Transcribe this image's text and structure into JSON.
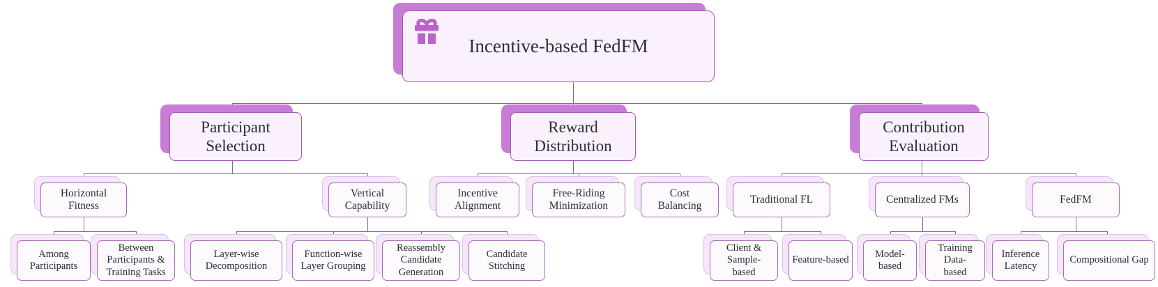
{
  "colors": {
    "back_card_primary": "#c77cd5",
    "back_card_pale": "#f5e6fa",
    "card_fill_primary": "#faf1fc",
    "card_fill_pale": "#fcfafd",
    "card_border_primary": "#a35cb2",
    "card_border_pale": "#aa6ab8",
    "connector": "#85698c",
    "text": "#2e2e38",
    "gift_icon": "#bc63cb"
  },
  "tree": {
    "root": {
      "label": "Incentive-based FedFM",
      "icon": "gift-icon"
    },
    "children": [
      {
        "label": "Participant Selection",
        "children": [
          {
            "label": "Horizontal Fitness",
            "children": [
              {
                "label": "Among Participants"
              },
              {
                "label": "Between Participants & Training Tasks"
              }
            ]
          },
          {
            "label": "Vertical Capability",
            "children": [
              {
                "label": "Layer-wise Decomposition"
              },
              {
                "label": "Function-wise Layer Grouping"
              },
              {
                "label": "Reassembly Candidate Generation"
              },
              {
                "label": "Candidate Stitching"
              }
            ]
          }
        ]
      },
      {
        "label": "Reward Distribution",
        "children": [
          {
            "label": "Incentive Alignment"
          },
          {
            "label": "Free-Riding Minimization"
          },
          {
            "label": "Cost Balancing"
          }
        ]
      },
      {
        "label": "Contribution Evaluation",
        "children": [
          {
            "label": "Traditional FL",
            "children": [
              {
                "label": "Client & Sample-based"
              },
              {
                "label": "Feature-based"
              }
            ]
          },
          {
            "label": "Centralized FMs",
            "children": [
              {
                "label": "Model-based"
              },
              {
                "label": "Training Data-based"
              }
            ]
          },
          {
            "label": "FedFM",
            "children": [
              {
                "label": "Inference Latency"
              },
              {
                "label": "Compositional Gap"
              }
            ]
          }
        ]
      }
    ]
  }
}
